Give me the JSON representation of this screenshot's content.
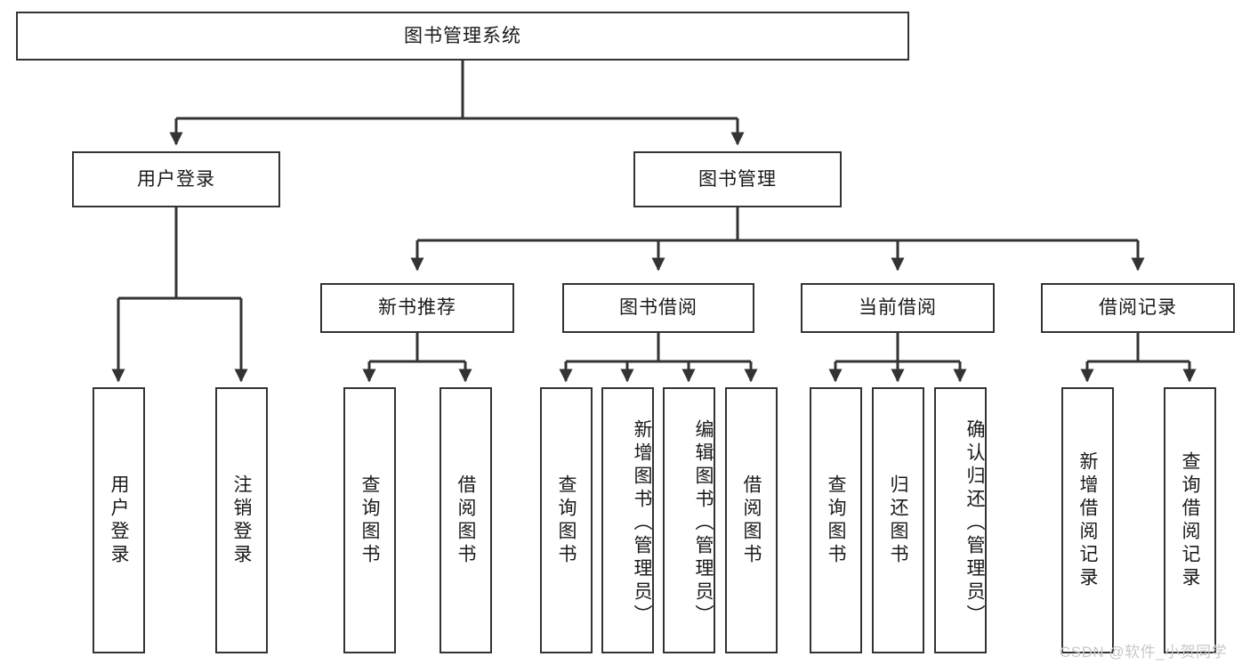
{
  "diagram": {
    "title": "图书管理系统",
    "root": {
      "label": "图书管理系统"
    },
    "level2": [
      {
        "label": "用户登录"
      },
      {
        "label": "图书管理"
      }
    ],
    "level3": [
      {
        "label": "新书推荐"
      },
      {
        "label": "图书借阅"
      },
      {
        "label": "当前借阅"
      },
      {
        "label": "借阅记录"
      }
    ],
    "leaves": {
      "user_login": [
        {
          "label": "用户登录"
        },
        {
          "label": "注销登录"
        }
      ],
      "new_book_recommend": [
        {
          "label": "查询图书"
        },
        {
          "label": "借阅图书"
        }
      ],
      "book_borrow": [
        {
          "label": "查询图书"
        },
        {
          "label": "新增图书（管理员）"
        },
        {
          "label": "编辑图书（管理员）"
        },
        {
          "label": "借阅图书"
        }
      ],
      "current_borrow": [
        {
          "label": "查询图书"
        },
        {
          "label": "归还图书"
        },
        {
          "label": "确认归还（管理员）"
        }
      ],
      "borrow_record": [
        {
          "label": "新增借阅记录"
        },
        {
          "label": "查询借阅记录"
        }
      ]
    }
  },
  "watermark": {
    "text": "CSDN @软件_小贺同学"
  },
  "colors": {
    "stroke": "#333333",
    "box_fill": "#ffffff",
    "text": "#1a1a1a",
    "watermark": "#c8c8c8"
  }
}
